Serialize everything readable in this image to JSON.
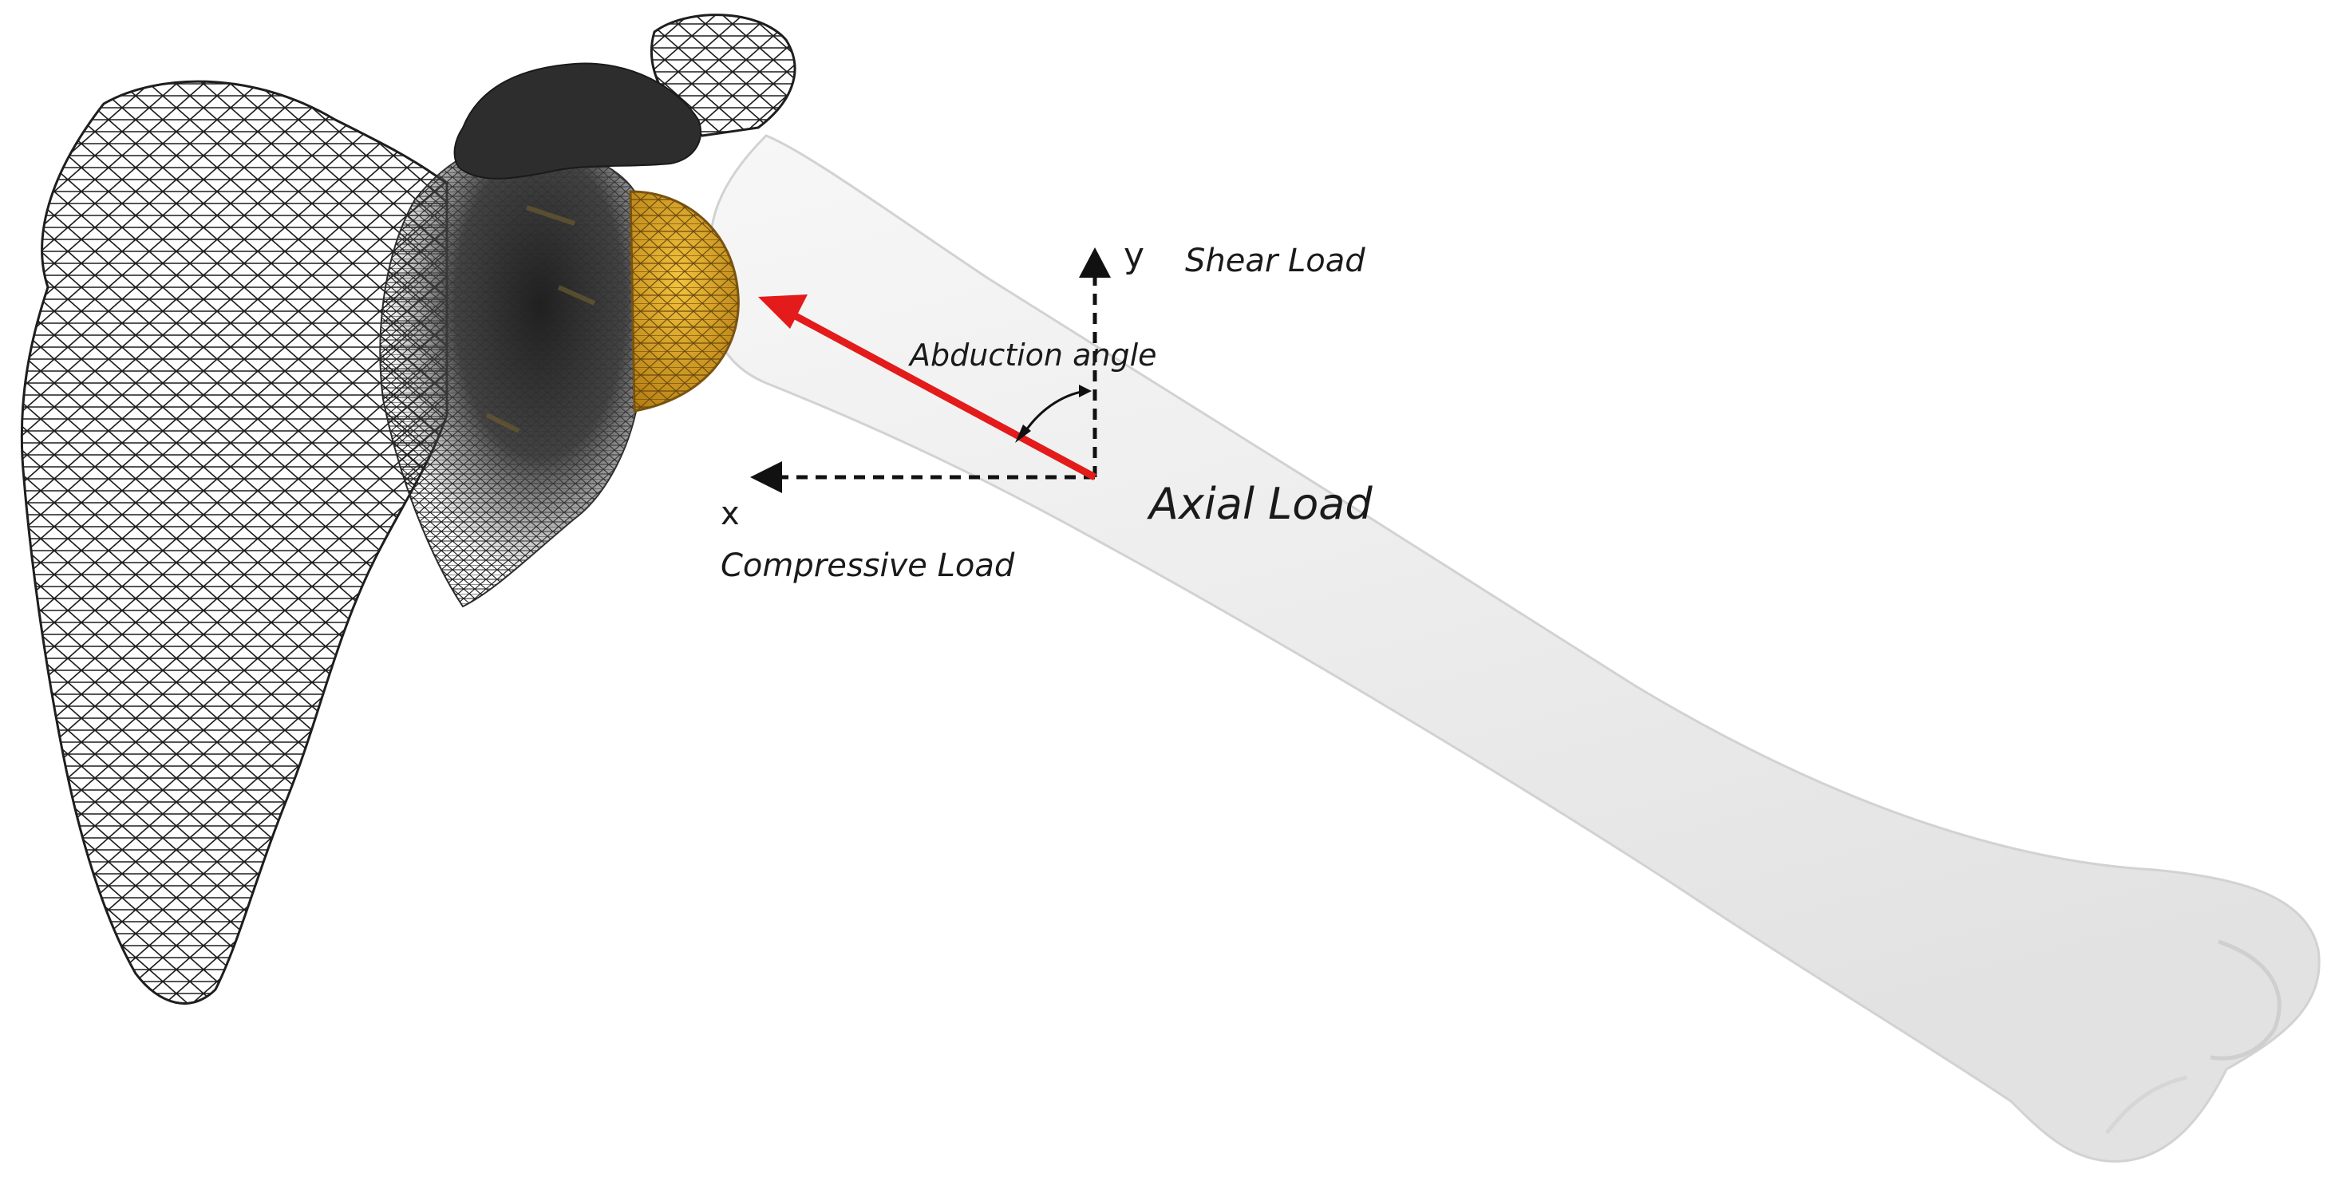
{
  "labels": {
    "y_axis": "y",
    "x_axis": "x",
    "shear_load": "Shear Load",
    "abduction_angle": "Abduction angle",
    "axial_load": "Axial Load",
    "compressive_load": "Compressive Load"
  },
  "colors": {
    "axial_arrow": "#e31b1b",
    "implant": "#e0a526",
    "scapula_dense": "#2b2b2b",
    "mesh_line": "#1e1e1e",
    "bone": "#f0f0f0",
    "bone_edge": "#d4d4d4"
  }
}
